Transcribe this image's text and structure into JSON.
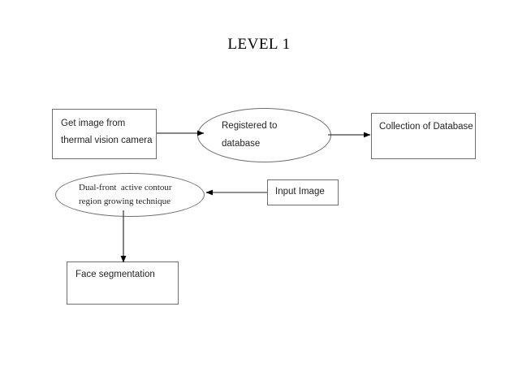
{
  "title": "LEVEL 1",
  "nodes": {
    "get_image": {
      "shape": "rectangle",
      "line1": "Get image from",
      "line2": "thermal vision camera"
    },
    "registered": {
      "shape": "ellipse",
      "line1": "Registered to",
      "line2": "database"
    },
    "collection": {
      "shape": "rectangle",
      "line1": "Collection of Database"
    },
    "dual_front": {
      "shape": "ellipse",
      "line1": "Dual-front  active contour",
      "line2": "region growing technique"
    },
    "input_image": {
      "shape": "rectangle",
      "line1": "Input Image"
    },
    "face_segmentation": {
      "shape": "rectangle",
      "line1": "Face segmentation"
    }
  },
  "edges": [
    {
      "id": "edge-get-image-to-registered",
      "from": "get_image",
      "to": "registered",
      "direction": "right"
    },
    {
      "id": "edge-registered-to-collection",
      "from": "registered",
      "to": "collection",
      "direction": "right"
    },
    {
      "id": "edge-input-image-to-dual-front",
      "from": "input_image",
      "to": "dual_front",
      "direction": "left"
    },
    {
      "id": "edge-dual-front-to-face-segmentation",
      "from": "dual_front",
      "to": "face_segmentation",
      "direction": "down"
    }
  ],
  "colors": {
    "background": "#ffffff",
    "shape_stroke": "#6f6f6f",
    "text": "#231f20",
    "connector_line": "#808080",
    "arrow_head": "#000000"
  }
}
